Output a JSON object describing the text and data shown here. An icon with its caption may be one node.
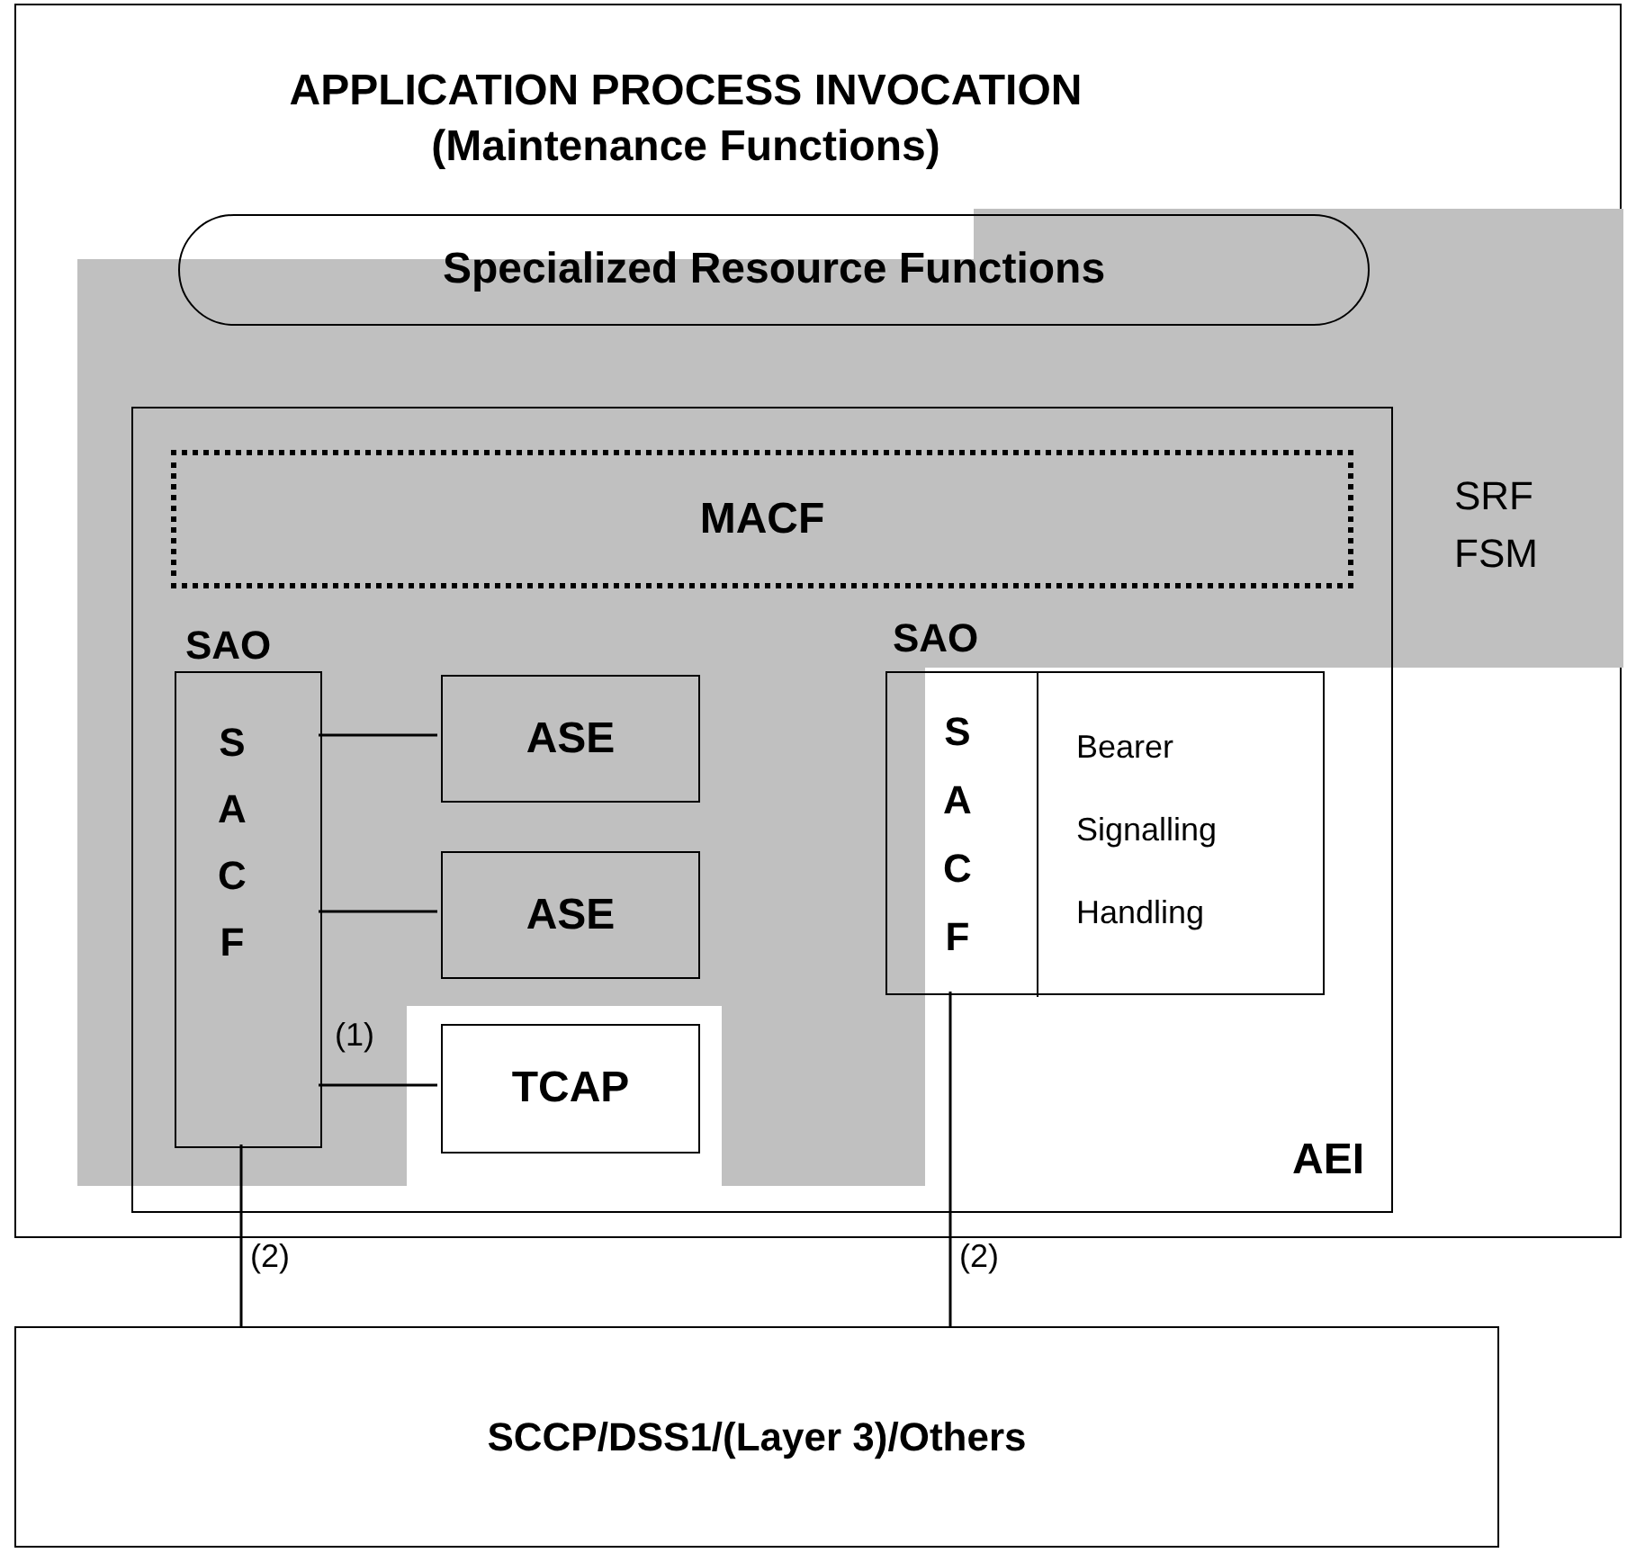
{
  "diagram": {
    "nodes": [
      {
        "text": [
          "APPLICATION PROCESS INVOCATION (Maintenance Functions)"
        ]
      },
      {
        "text": [
          "Specialized Resource Functions"
        ],
        "in": 0
      },
      {
        "text": [
          "AEI"
        ],
        "in": 0
      },
      {
        "text": [
          "MACF"
        ],
        "in": 2
      },
      {
        "text": [
          "SAO",
          "S A C F"
        ],
        "in": 2
      },
      {
        "text": [
          "ASE"
        ],
        "in": 2
      },
      {
        "text": [
          "ASE"
        ],
        "in": 2
      },
      {
        "text": [
          "TCAP"
        ],
        "in": 2
      },
      {
        "text": [
          "SAO"
        ],
        "in": 2
      },
      {
        "text": [
          "S A C F"
        ],
        "in": 8
      },
      {
        "text": [
          "Bearer Signalling Handling"
        ],
        "in": 8
      },
      {
        "text": [
          "SCCP/DSS1/(Layer 3)/Others"
        ]
      }
    ],
    "edges": [
      {
        "from": 4,
        "to": 5,
        "arrow": "none"
      },
      {
        "from": 4,
        "to": 6,
        "arrow": "none"
      },
      {
        "from": 4,
        "to": 7,
        "arrow": "none",
        "label": "(1)"
      },
      {
        "from": 4,
        "to": 11,
        "arrow": "none",
        "label": "(2)"
      },
      {
        "from": 9,
        "to": 11,
        "arrow": "none",
        "label": "(2)"
      }
    ],
    "labels": [
      "SRF FSM"
    ]
  }
}
